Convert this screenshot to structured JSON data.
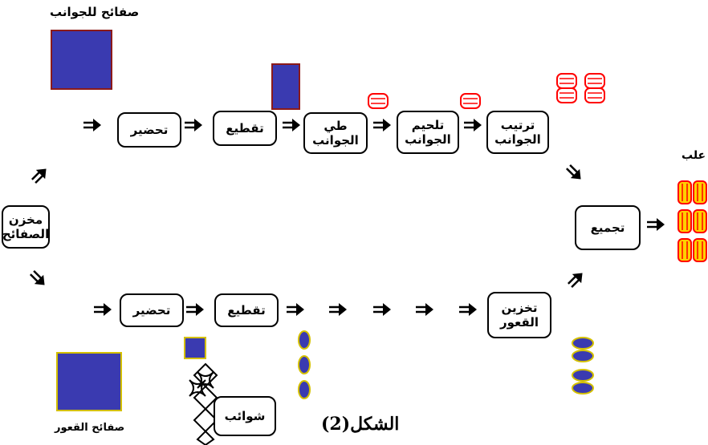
{
  "figure_caption": "الشكل(2)",
  "labels": {
    "side_sheets": "صفائح للجوانب",
    "bottom_sheets": "صفائح القعور",
    "cans": "علب"
  },
  "store": {
    "line1": "مخزن",
    "line2": "الصفائح"
  },
  "top_row": [
    {
      "line1": "تحضير",
      "line2": ""
    },
    {
      "line1": "تقطيع",
      "line2": ""
    },
    {
      "line1": "طي",
      "line2": "الجوانب"
    },
    {
      "line1": "تلحيم",
      "line2": "الجوانب"
    },
    {
      "line1": "ترتيب",
      "line2": "الجوانب"
    }
  ],
  "bottom_row": [
    {
      "line1": "تحضير",
      "line2": ""
    },
    {
      "line1": "تقطيع",
      "line2": ""
    },
    {
      "line1": "تخزين",
      "line2": "القعور"
    }
  ],
  "assembly": "تجميع",
  "scrap": "شوائب",
  "colors": {
    "sheet_fill": "#3a3ab0",
    "sheet_border": "#8b1a1a",
    "cylinder": "#ff0000",
    "disc_border": "#d4c000"
  }
}
